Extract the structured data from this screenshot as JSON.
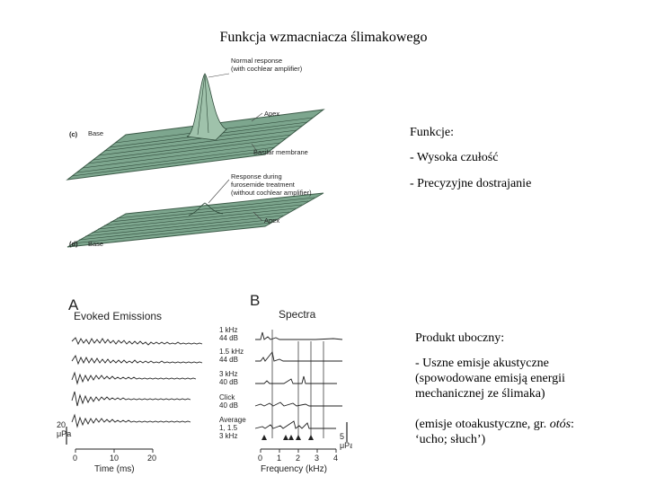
{
  "slide": {
    "title": "Funkcja wzmacniacza ślimakowego",
    "functions_heading": "Funkcje:",
    "function_items": [
      "- Wysoka czułość",
      "- Precyzyjne dostrajanie"
    ],
    "byproduct_heading": "Produkt uboczny:",
    "byproduct_desc": "- Uszne emisje akustyczne (spowodowane emisją energii mechanicznej ze ślimaka)",
    "byproduct_note_prefix": "(emisje otoakustyczne, gr.",
    "byproduct_note_italic": "otós",
    "byproduct_note_suffix": ": ‘ucho; słuch’)"
  },
  "top_figure": {
    "panel_c": "(c)",
    "panel_d": "(d)",
    "normal_response": [
      "Normal response",
      "(with cochlear amplifier)"
    ],
    "furosemide": [
      "Response during",
      "furosemide treatment",
      "(without cochlear amplifier)"
    ],
    "base": "Base",
    "apex": "Apex",
    "basilar_membrane": "Basilar membrane"
  },
  "bottom_figure": {
    "label_a": "A",
    "label_b": "B",
    "evoked_title": "Evoked Emissions",
    "spectra_title": "Spectra",
    "conditions": [
      [
        "1 kHz",
        "44 dB"
      ],
      [
        "1.5 kHz",
        "44 dB"
      ],
      [
        "3 kHz",
        "40 dB"
      ],
      [
        "Click",
        "40 dB"
      ],
      [
        "Average",
        "1, 1.5",
        "3 kHz"
      ]
    ],
    "scale_left": [
      "20",
      "μPa"
    ],
    "scale_right": [
      "5",
      "μPa"
    ],
    "time_ticks": [
      "0",
      "10",
      "20"
    ],
    "time_label": "Time (ms)",
    "freq_ticks": [
      "0",
      "1",
      "2",
      "3",
      "4"
    ],
    "freq_label": "Frequency (kHz)"
  }
}
